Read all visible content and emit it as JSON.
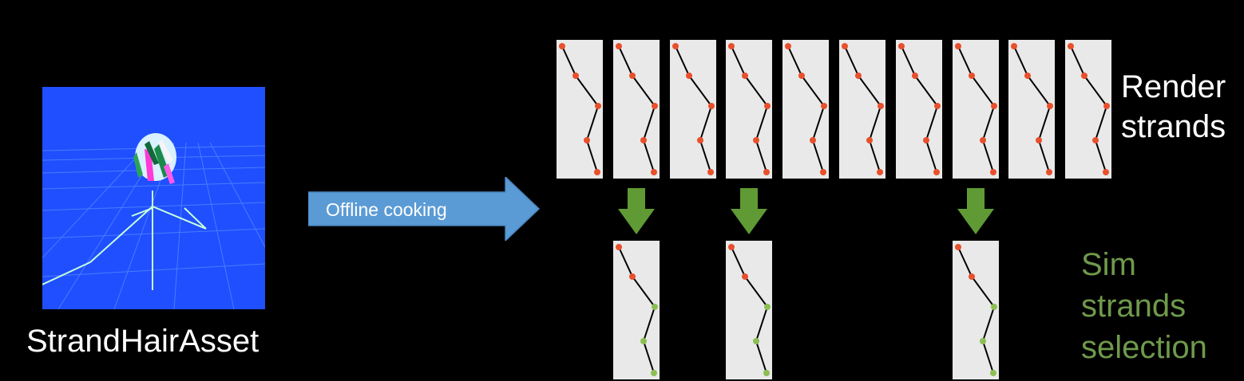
{
  "asset": {
    "label": "StrandHairAsset",
    "colors": {
      "background": "#1f4fff",
      "grid_line": "#6fa0ff",
      "skeleton": "#c8ffd8"
    }
  },
  "cooking_arrow": {
    "label": "Offline cooking",
    "color": "#5b9bd5"
  },
  "render_strands": {
    "label_lines": [
      "Render",
      "strands"
    ],
    "count": 10,
    "card_color": "#e9e9e9",
    "point_color": "#e8502c",
    "line_color": "#000000"
  },
  "sim_strands": {
    "label_lines": [
      "Sim",
      "strands",
      "selection"
    ],
    "label_color": "#6f9a4b",
    "selected_indices": [
      1,
      3,
      7
    ],
    "selected_point_color": "#8cbf52",
    "selection_arrow_color": "#5f9a34"
  }
}
